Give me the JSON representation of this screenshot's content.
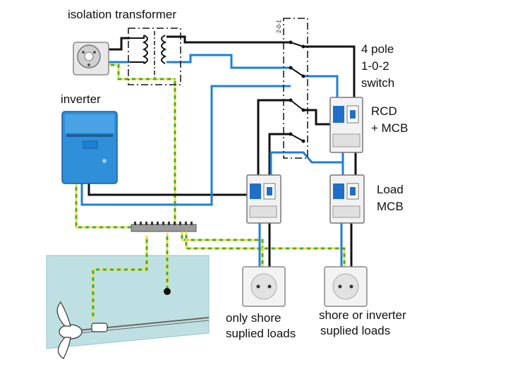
{
  "labels": {
    "isolation_transformer": "isolation transformer",
    "inverter": "inverter",
    "switch_line1": "4 pole",
    "switch_line2": "1-0-2",
    "switch_line3": "switch",
    "rcd_line1": "RCD",
    "rcd_line2": "+ MCB",
    "load_line1": "Load",
    "load_line2": "MCB",
    "only_shore_line1": "only shore",
    "only_shore_line2": "suplied loads",
    "shore_inv_line1": "shore or inverter",
    "shore_inv_line2": "suplied loads",
    "switch_positions": "2-0-1"
  },
  "colors": {
    "live_wire": "#111111",
    "neutral_wire": "#1f7fd6",
    "earth_wire_yellow": "#e8e23a",
    "earth_wire_green": "#4aa832",
    "hull_water": "#bfe0e3",
    "inverter_body": "#2f8fd8",
    "breaker_body": "#f2f2f2",
    "breaker_toggle": "#1f6fc8"
  },
  "icons": {
    "shore_plug": "shore-power-plug-icon",
    "inverter": "inverter-icon",
    "socket": "wall-socket-icon",
    "propeller": "propeller-icon"
  }
}
